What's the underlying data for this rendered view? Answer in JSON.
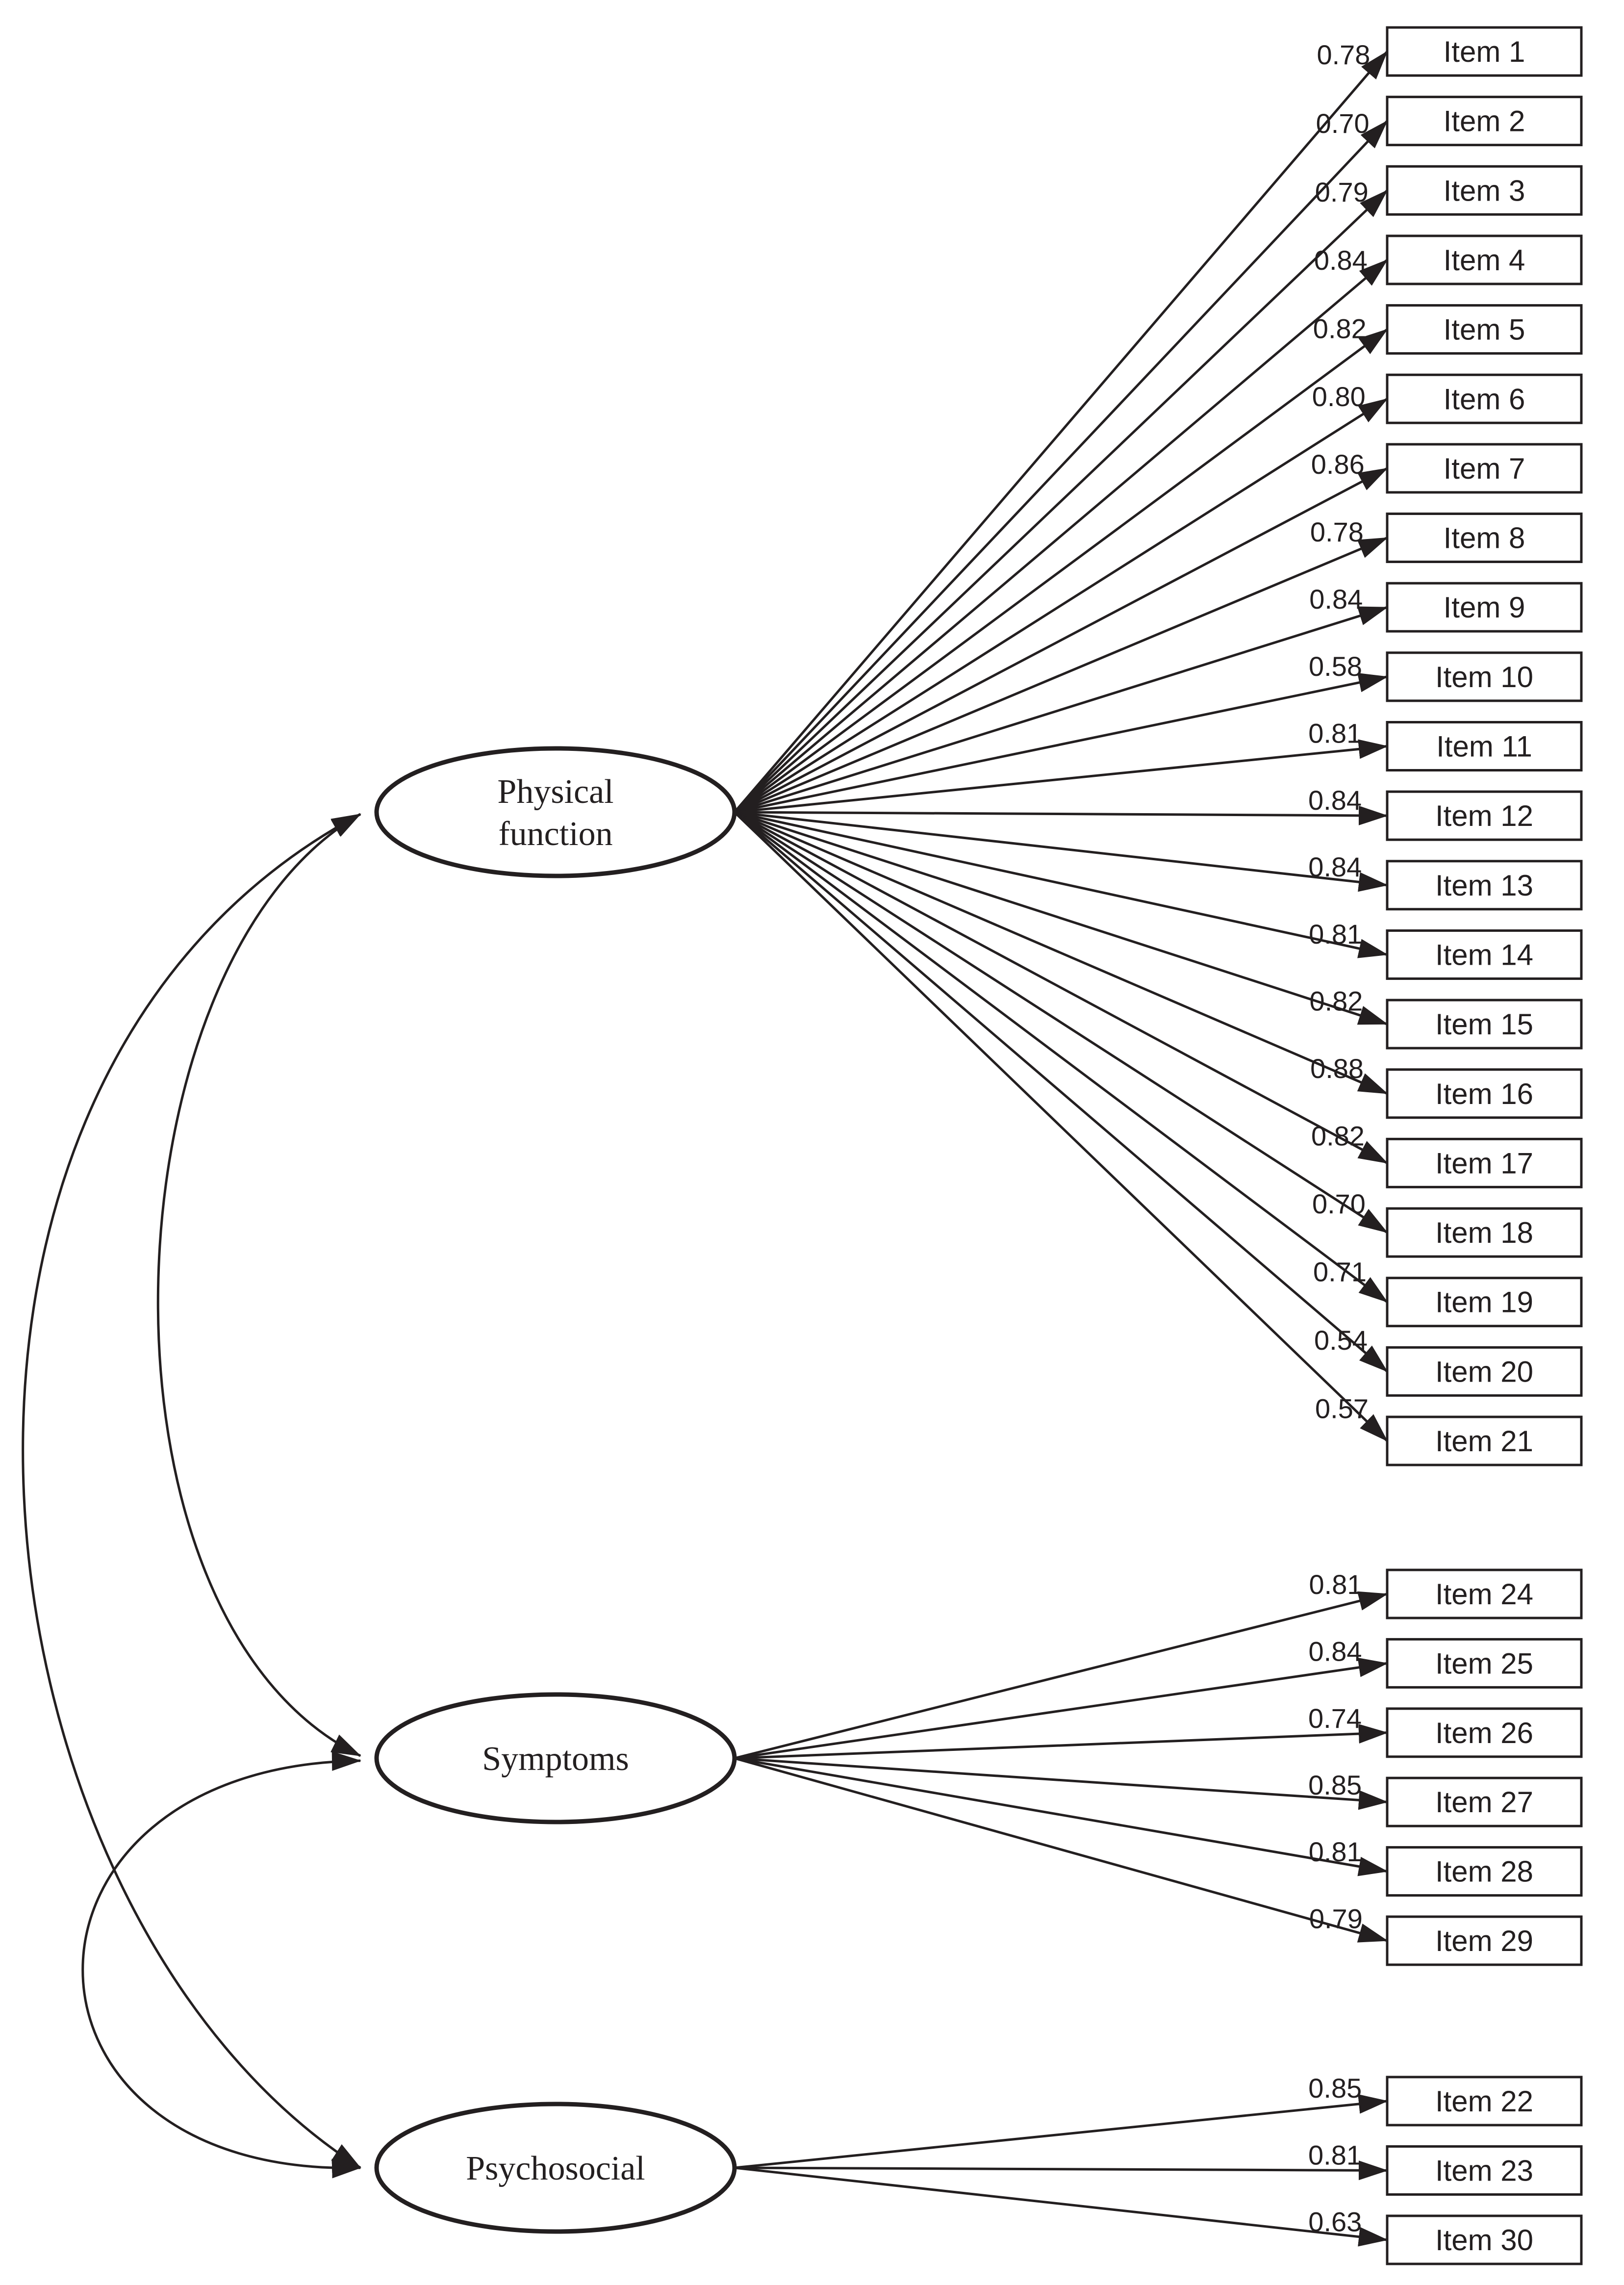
{
  "factors": [
    {
      "id": "pf",
      "lines": [
        "Physical",
        "function"
      ]
    },
    {
      "id": "sy",
      "lines": [
        "Symptoms"
      ]
    },
    {
      "id": "ps",
      "lines": [
        "Psychosocial"
      ]
    }
  ],
  "loadings": [
    {
      "factor": "pf",
      "item": "Item 1",
      "value": "0.78"
    },
    {
      "factor": "pf",
      "item": "Item 2",
      "value": "0.70"
    },
    {
      "factor": "pf",
      "item": "Item 3",
      "value": "0.79"
    },
    {
      "factor": "pf",
      "item": "Item 4",
      "value": "0.84"
    },
    {
      "factor": "pf",
      "item": "Item 5",
      "value": "0.82"
    },
    {
      "factor": "pf",
      "item": "Item 6",
      "value": "0.80"
    },
    {
      "factor": "pf",
      "item": "Item 7",
      "value": "0.86"
    },
    {
      "factor": "pf",
      "item": "Item 8",
      "value": "0.78"
    },
    {
      "factor": "pf",
      "item": "Item 9",
      "value": "0.84"
    },
    {
      "factor": "pf",
      "item": "Item 10",
      "value": "0.58"
    },
    {
      "factor": "pf",
      "item": "Item 11",
      "value": "0.81"
    },
    {
      "factor": "pf",
      "item": "Item 12",
      "value": "0.84"
    },
    {
      "factor": "pf",
      "item": "Item 13",
      "value": "0.84"
    },
    {
      "factor": "pf",
      "item": "Item 14",
      "value": "0.81"
    },
    {
      "factor": "pf",
      "item": "Item 15",
      "value": "0.82"
    },
    {
      "factor": "pf",
      "item": "Item 16",
      "value": "0.88"
    },
    {
      "factor": "pf",
      "item": "Item 17",
      "value": "0.82"
    },
    {
      "factor": "pf",
      "item": "Item 18",
      "value": "0.70"
    },
    {
      "factor": "pf",
      "item": "Item 19",
      "value": "0.71"
    },
    {
      "factor": "pf",
      "item": "Item 20",
      "value": "0.54"
    },
    {
      "factor": "pf",
      "item": "Item 21",
      "value": "0.57"
    },
    {
      "factor": "sy",
      "item": "Item 24",
      "value": "0.81"
    },
    {
      "factor": "sy",
      "item": "Item 25",
      "value": "0.84"
    },
    {
      "factor": "sy",
      "item": "Item 26",
      "value": "0.74"
    },
    {
      "factor": "sy",
      "item": "Item 27",
      "value": "0.85"
    },
    {
      "factor": "sy",
      "item": "Item 28",
      "value": "0.81"
    },
    {
      "factor": "sy",
      "item": "Item 29",
      "value": "0.79"
    },
    {
      "factor": "ps",
      "item": "Item 22",
      "value": "0.85"
    },
    {
      "factor": "ps",
      "item": "Item 23",
      "value": "0.81"
    },
    {
      "factor": "ps",
      "item": "Item 30",
      "value": "0.63"
    }
  ],
  "correlations": [
    {
      "from": "pf",
      "to": "sy"
    },
    {
      "from": "pf",
      "to": "ps"
    },
    {
      "from": "sy",
      "to": "ps"
    }
  ],
  "colors": {
    "ink": "#231f20",
    "background": "#ffffff"
  }
}
